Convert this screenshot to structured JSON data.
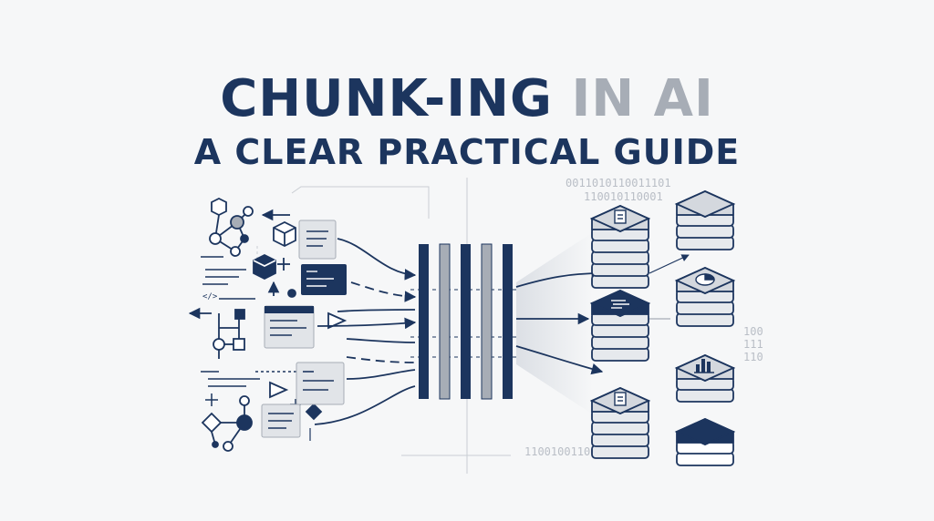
{
  "title": {
    "line1_part1": "CHUNK-ING",
    "line1_part2": "IN AI",
    "line2": "A CLEAR PRACTICAL GUIDE"
  },
  "binary": {
    "top_row1": "0011010110011101",
    "top_row2": "110010110001",
    "right1": "100",
    "right2": "111",
    "right3": "110",
    "bottom": "11001001100110",
    "left_code": "</>"
  },
  "colors": {
    "navy": "#1c355e",
    "gray": "#a7adb6",
    "light_gray": "#d4d8de",
    "background": "#f6f7f8"
  }
}
